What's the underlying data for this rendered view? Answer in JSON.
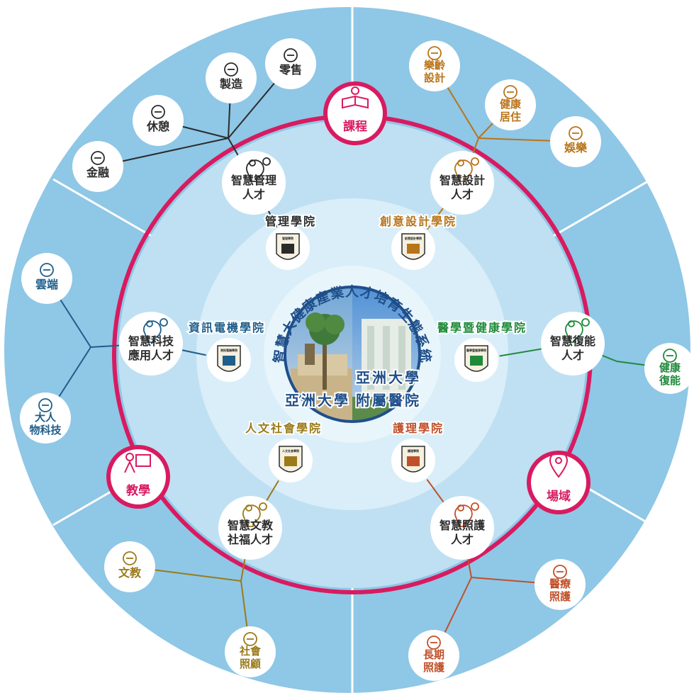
{
  "center": {
    "title": "智慧大健康產業人才培育生態系統",
    "campus_left": "亞洲大學",
    "campus_right_line1": "亞洲大學",
    "campus_right_line2": "附屬醫院"
  },
  "pillars": [
    {
      "label": "課程",
      "icon": "book-lightbulb-icon"
    },
    {
      "label": "教學",
      "icon": "teacher-board-icon"
    },
    {
      "label": "場域",
      "icon": "location-pin-icon"
    }
  ],
  "colleges": [
    {
      "key": "management",
      "label": "管理學院",
      "badge": "管理學院",
      "talent": [
        "智慧管理",
        "人才"
      ],
      "color": "#2b2b2b"
    },
    {
      "key": "design",
      "label": "創意設計學院",
      "badge": "創意設計學院",
      "talent": [
        "智慧設計",
        "人才"
      ],
      "color": "#b8741a"
    },
    {
      "key": "info",
      "label": "資訊電機學院",
      "badge": "資訊電機學院",
      "talent": [
        "智慧科技",
        "應用人才"
      ],
      "color": "#1f5e8a"
    },
    {
      "key": "medical",
      "label": "醫學暨健康學院",
      "badge": "醫學暨健康學院",
      "talent": [
        "智慧復能",
        "人才"
      ],
      "color": "#1f8a3a"
    },
    {
      "key": "humanities",
      "label": "人文社會學院",
      "badge": "人文社會學院",
      "talent": [
        "智慧文教",
        "社福人才"
      ],
      "color": "#9a7a1a"
    },
    {
      "key": "nursing",
      "label": "護理學院",
      "badge": "護理學院",
      "talent": [
        "智慧照護",
        "人才"
      ],
      "color": "#c0502a"
    }
  ],
  "industries": [
    {
      "key": "retail",
      "lines": [
        "零售"
      ],
      "icon": "shopping-cart-icon",
      "color": "#2b2b2b"
    },
    {
      "key": "manufacturing",
      "lines": [
        "製造"
      ],
      "icon": "gears-icon",
      "color": "#2b2b2b"
    },
    {
      "key": "leisure",
      "lines": [
        "休憩"
      ],
      "icon": "walking-person-icon",
      "color": "#2b2b2b"
    },
    {
      "key": "finance",
      "lines": [
        "金融"
      ],
      "icon": "money-screen-icon",
      "color": "#2b2b2b"
    },
    {
      "key": "aging_design",
      "lines": [
        "樂齡",
        "設計"
      ],
      "icon": "elderly-hand-icon",
      "color": "#b8741a"
    },
    {
      "key": "healthy_living",
      "lines": [
        "健康",
        "居住"
      ],
      "icon": "house-heart-icon",
      "color": "#b8741a"
    },
    {
      "key": "entertainment",
      "lines": [
        "娛樂"
      ],
      "icon": "performer-icon",
      "color": "#b8741a"
    },
    {
      "key": "cloud",
      "lines": [
        "雲端"
      ],
      "icon": "cloud-wifi-icon",
      "color": "#1f5e8a"
    },
    {
      "key": "ai_iot",
      "lines": [
        "大人",
        "物科技"
      ],
      "icon": "chip-icon",
      "color": "#1f5e8a"
    },
    {
      "key": "rehab",
      "lines": [
        "健康",
        "復能"
      ],
      "icon": "person-heart-icon",
      "color": "#1f8a3a"
    },
    {
      "key": "culture_edu",
      "lines": [
        "文教"
      ],
      "icon": "reading-person-icon",
      "color": "#9a7a1a"
    },
    {
      "key": "social_care",
      "lines": [
        "社會",
        "照顧"
      ],
      "icon": "hands-people-icon",
      "color": "#9a7a1a"
    },
    {
      "key": "medical_care",
      "lines": [
        "醫療",
        "照護"
      ],
      "icon": "first-aid-kit-icon",
      "color": "#c0502a"
    },
    {
      "key": "long_term_care",
      "lines": [
        "長期",
        "照護"
      ],
      "icon": "hand-heart-icon",
      "color": "#c0502a"
    }
  ],
  "colors": {
    "outer_ring": "#8fc7e6",
    "middle_ring": "#bfe0f2",
    "inner_ring": "#d9eef8",
    "accent_ring": "#d81b60",
    "center_border": "#1f4f8a"
  }
}
